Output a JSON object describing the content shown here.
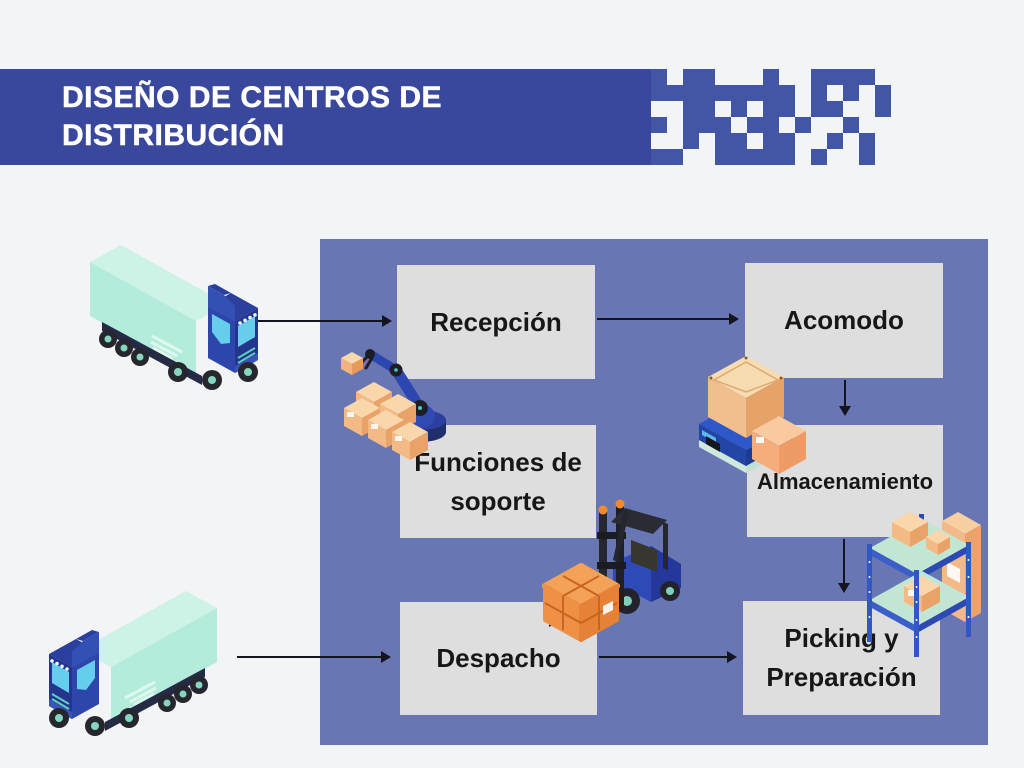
{
  "header": {
    "title_line1": "DISEÑO DE CENTROS DE",
    "title_line2": "DISTRIBUCIÓN"
  },
  "diagram": {
    "nodes": [
      {
        "id": "recepcion",
        "label": "Recepción"
      },
      {
        "id": "acomodo",
        "label": "Acomodo"
      },
      {
        "id": "funciones-de-soporte",
        "label": "Funciones de soporte"
      },
      {
        "id": "almacenamiento",
        "label": "Almacenamiento"
      },
      {
        "id": "despacho",
        "label": "Despacho"
      },
      {
        "id": "picking-preparacion",
        "label": "Picking y Preparación"
      }
    ],
    "connections": [
      {
        "from": "inbound-truck",
        "to": "recepcion"
      },
      {
        "from": "recepcion",
        "to": "acomodo"
      },
      {
        "from": "acomodo",
        "to": "almacenamiento"
      },
      {
        "from": "almacenamiento",
        "to": "picking-preparacion"
      },
      {
        "from": "despacho",
        "to": "picking-preparacion"
      },
      {
        "from": "outbound-truck",
        "to": "despacho"
      }
    ]
  },
  "illustrations": [
    {
      "id": "inbound-truck-illustration",
      "depicts": "isometric semi truck with mint trailer, cab facing right"
    },
    {
      "id": "outbound-truck-illustration",
      "depicts": "isometric semi truck with mint trailer, cab facing left"
    },
    {
      "id": "robotic-arm-illustration",
      "depicts": "blue robotic arm stacking orange cartons"
    },
    {
      "id": "agv-robot-illustration",
      "depicts": "blue AGV robot carrying tan boxes"
    },
    {
      "id": "forklift-illustration",
      "depicts": "forklift lifting wrapped orange bundle"
    },
    {
      "id": "storage-rack-illustration",
      "depicts": "blue warehouse rack with boxes"
    }
  ],
  "colors": {
    "background": "#f3f4f6",
    "banner_blue": "#39489c",
    "pixel_blue": "#4355a5",
    "panel_purple": "#6877b3",
    "node_gray": "#dedede",
    "arrow_black": "#14141f",
    "title_white": "#ffffff",
    "mint_trailer": "#b4ecdb",
    "carton_orange": "#f3ba85",
    "machine_blue": "#2c49b4"
  },
  "decor": {
    "pixel_pattern": [
      "101100010011110",
      "111111111010101",
      "001101011011001",
      "101110110100100",
      "001011011001010",
      "110011111010010"
    ]
  }
}
